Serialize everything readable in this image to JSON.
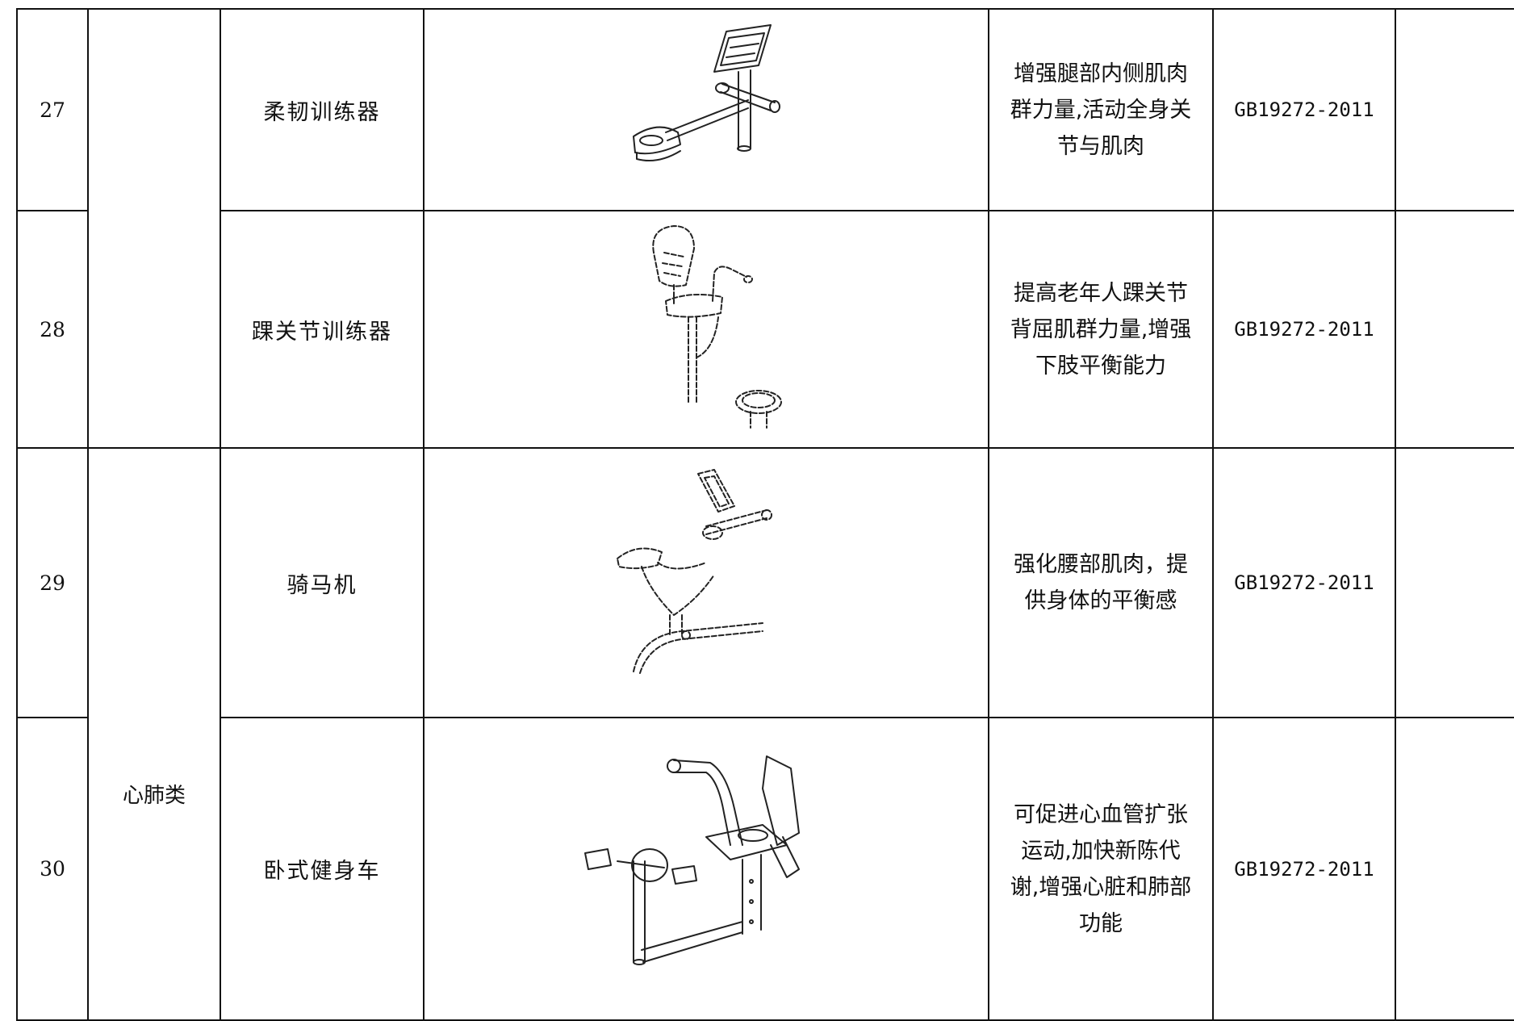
{
  "rows": [
    {
      "number": "27",
      "name": "柔韧训练器",
      "function_lines": [
        "增强腿部内侧肌肉",
        "群力量,活动全身关",
        "节与肌肉"
      ],
      "standard": "GB19272-2011",
      "image_icon": "flexibility-trainer-illustration"
    },
    {
      "number": "28",
      "name": "踝关节训练器",
      "function_lines": [
        "提高老年人踝关节",
        "背屈肌群力量,增强",
        "下肢平衡能力"
      ],
      "standard": "GB19272-2011",
      "image_icon": "ankle-trainer-illustration"
    },
    {
      "number": "29",
      "name": "骑马机",
      "function_lines": [
        "强化腰部肌肉，提",
        "供身体的平衡感"
      ],
      "standard": "GB19272-2011",
      "image_icon": "riding-machine-illustration"
    },
    {
      "number": "30",
      "name": "卧式健身车",
      "function_lines": [
        "可促进心血管扩张",
        "运动,加快新陈代",
        "谢,增强心脏和肺部",
        "功能"
      ],
      "standard": "GB19272-2011",
      "image_icon": "recumbent-bike-illustration"
    }
  ],
  "category": "心肺类"
}
